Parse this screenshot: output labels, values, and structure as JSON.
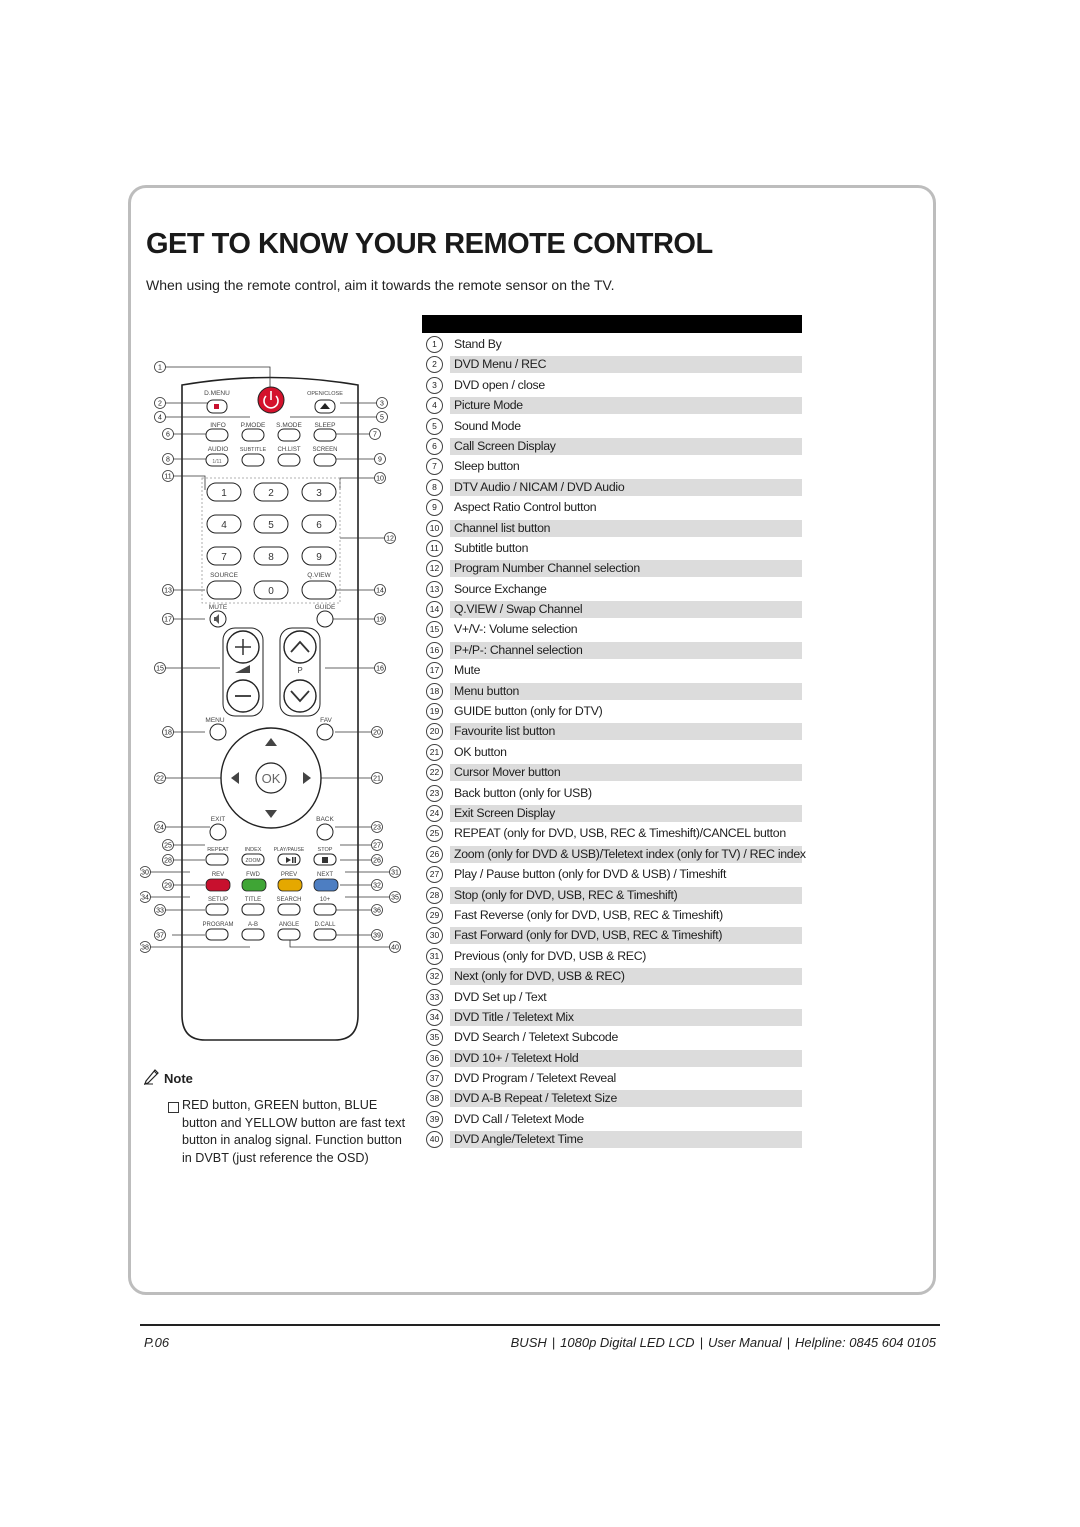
{
  "page": {
    "title": "GET TO KNOW YOUR REMOTE CONTROL",
    "intro": "When using the remote control, aim it towards the remote sensor on the TV."
  },
  "remote": {
    "colors": {
      "red": "#c8102e",
      "green": "#3fa535",
      "yellow": "#e5a800",
      "blue": "#4d7ec2",
      "power": "#d4122c"
    },
    "labels": {
      "d_menu": "D.MENU",
      "open_close": "OPEN/CLOSE",
      "info": "INFO",
      "p_mode": "P.MODE",
      "s_mode": "S.MODE",
      "sleep": "SLEEP",
      "audio": "AUDIO",
      "subtitle": "SUBTITLE",
      "ch_list": "CH.LIST",
      "screen": "SCREEN",
      "source": "SOURCE",
      "q_view": "Q.VIEW",
      "mute": "MUTE",
      "guide": "GUIDE",
      "p": "P",
      "menu": "MENU",
      "fav": "FAV",
      "ok": "OK",
      "exit": "EXIT",
      "back": "BACK",
      "repeat": "REPEAT",
      "index": "INDEX",
      "play_pause": "PLAY/PAUSE",
      "stop": "STOP",
      "zoom": "ZOOM",
      "rev": "REV",
      "fwd": "FWD",
      "prev": "PREV",
      "next": "NEXT",
      "setup": "SETUP",
      "title": "TITLE",
      "search": "SEARCH",
      "ten_plus": "10+",
      "program": "PROGRAM",
      "a_b": "A-B",
      "angle": "ANGLE",
      "d_call": "D.CALL",
      "one_two": "1/11"
    },
    "digits": [
      "1",
      "2",
      "3",
      "4",
      "5",
      "6",
      "7",
      "8",
      "9",
      "0"
    ]
  },
  "items": [
    "Stand By",
    "DVD Menu / REC",
    "DVD open / close",
    "Picture Mode",
    "Sound Mode",
    "Call Screen Display",
    "Sleep button",
    "DTV Audio / NICAM / DVD Audio",
    "Aspect Ratio Control button",
    "Channel list button",
    "Subtitle button",
    "Program Number Channel selection",
    "Source Exchange",
    "Q.VIEW / Swap Channel",
    "V+/V-: Volume selection",
    "P+/P-: Channel selection",
    "Mute",
    "Menu button",
    "GUIDE button (only for DTV)",
    "Favourite list button",
    "OK button",
    "Cursor Mover button",
    "Back button (only for USB)",
    "Exit Screen Display",
    "REPEAT (only for DVD, USB, REC & Timeshift)/CANCEL button",
    "Zoom (only for DVD & USB)/Teletext index (only for TV) / REC index",
    "Play / Pause button (only for DVD & USB) / Timeshift",
    "Stop (only for DVD, USB, REC & Timeshift)",
    "Fast Reverse (only for DVD, USB, REC & Timeshift)",
    "Fast Forward (only for DVD, USB, REC & Timeshift)",
    "Previous (only for DVD, USB & REC)",
    "Next (only for DVD, USB & REC)",
    "DVD Set up / Text",
    "DVD Title / Teletext Mix",
    "DVD Search / Teletext Subcode",
    "DVD 10+ / Teletext Hold",
    "DVD Program / Teletext Reveal",
    "DVD A-B Repeat / Teletext Size",
    "DVD Call / Teletext Mode",
    "DVD Angle/Teletext Time"
  ],
  "note": {
    "title": "Note",
    "text": "RED button, GREEN button, BLUE button and YELLOW button are fast text button in analog signal. Function button in DVBT (just reference the OSD)"
  },
  "footer": {
    "page": "P.06",
    "brand": "BUSH",
    "model": "1080p  Digital LED LCD",
    "doc": "User Manual",
    "helpline": "Helpline: 0845 604 0105"
  }
}
